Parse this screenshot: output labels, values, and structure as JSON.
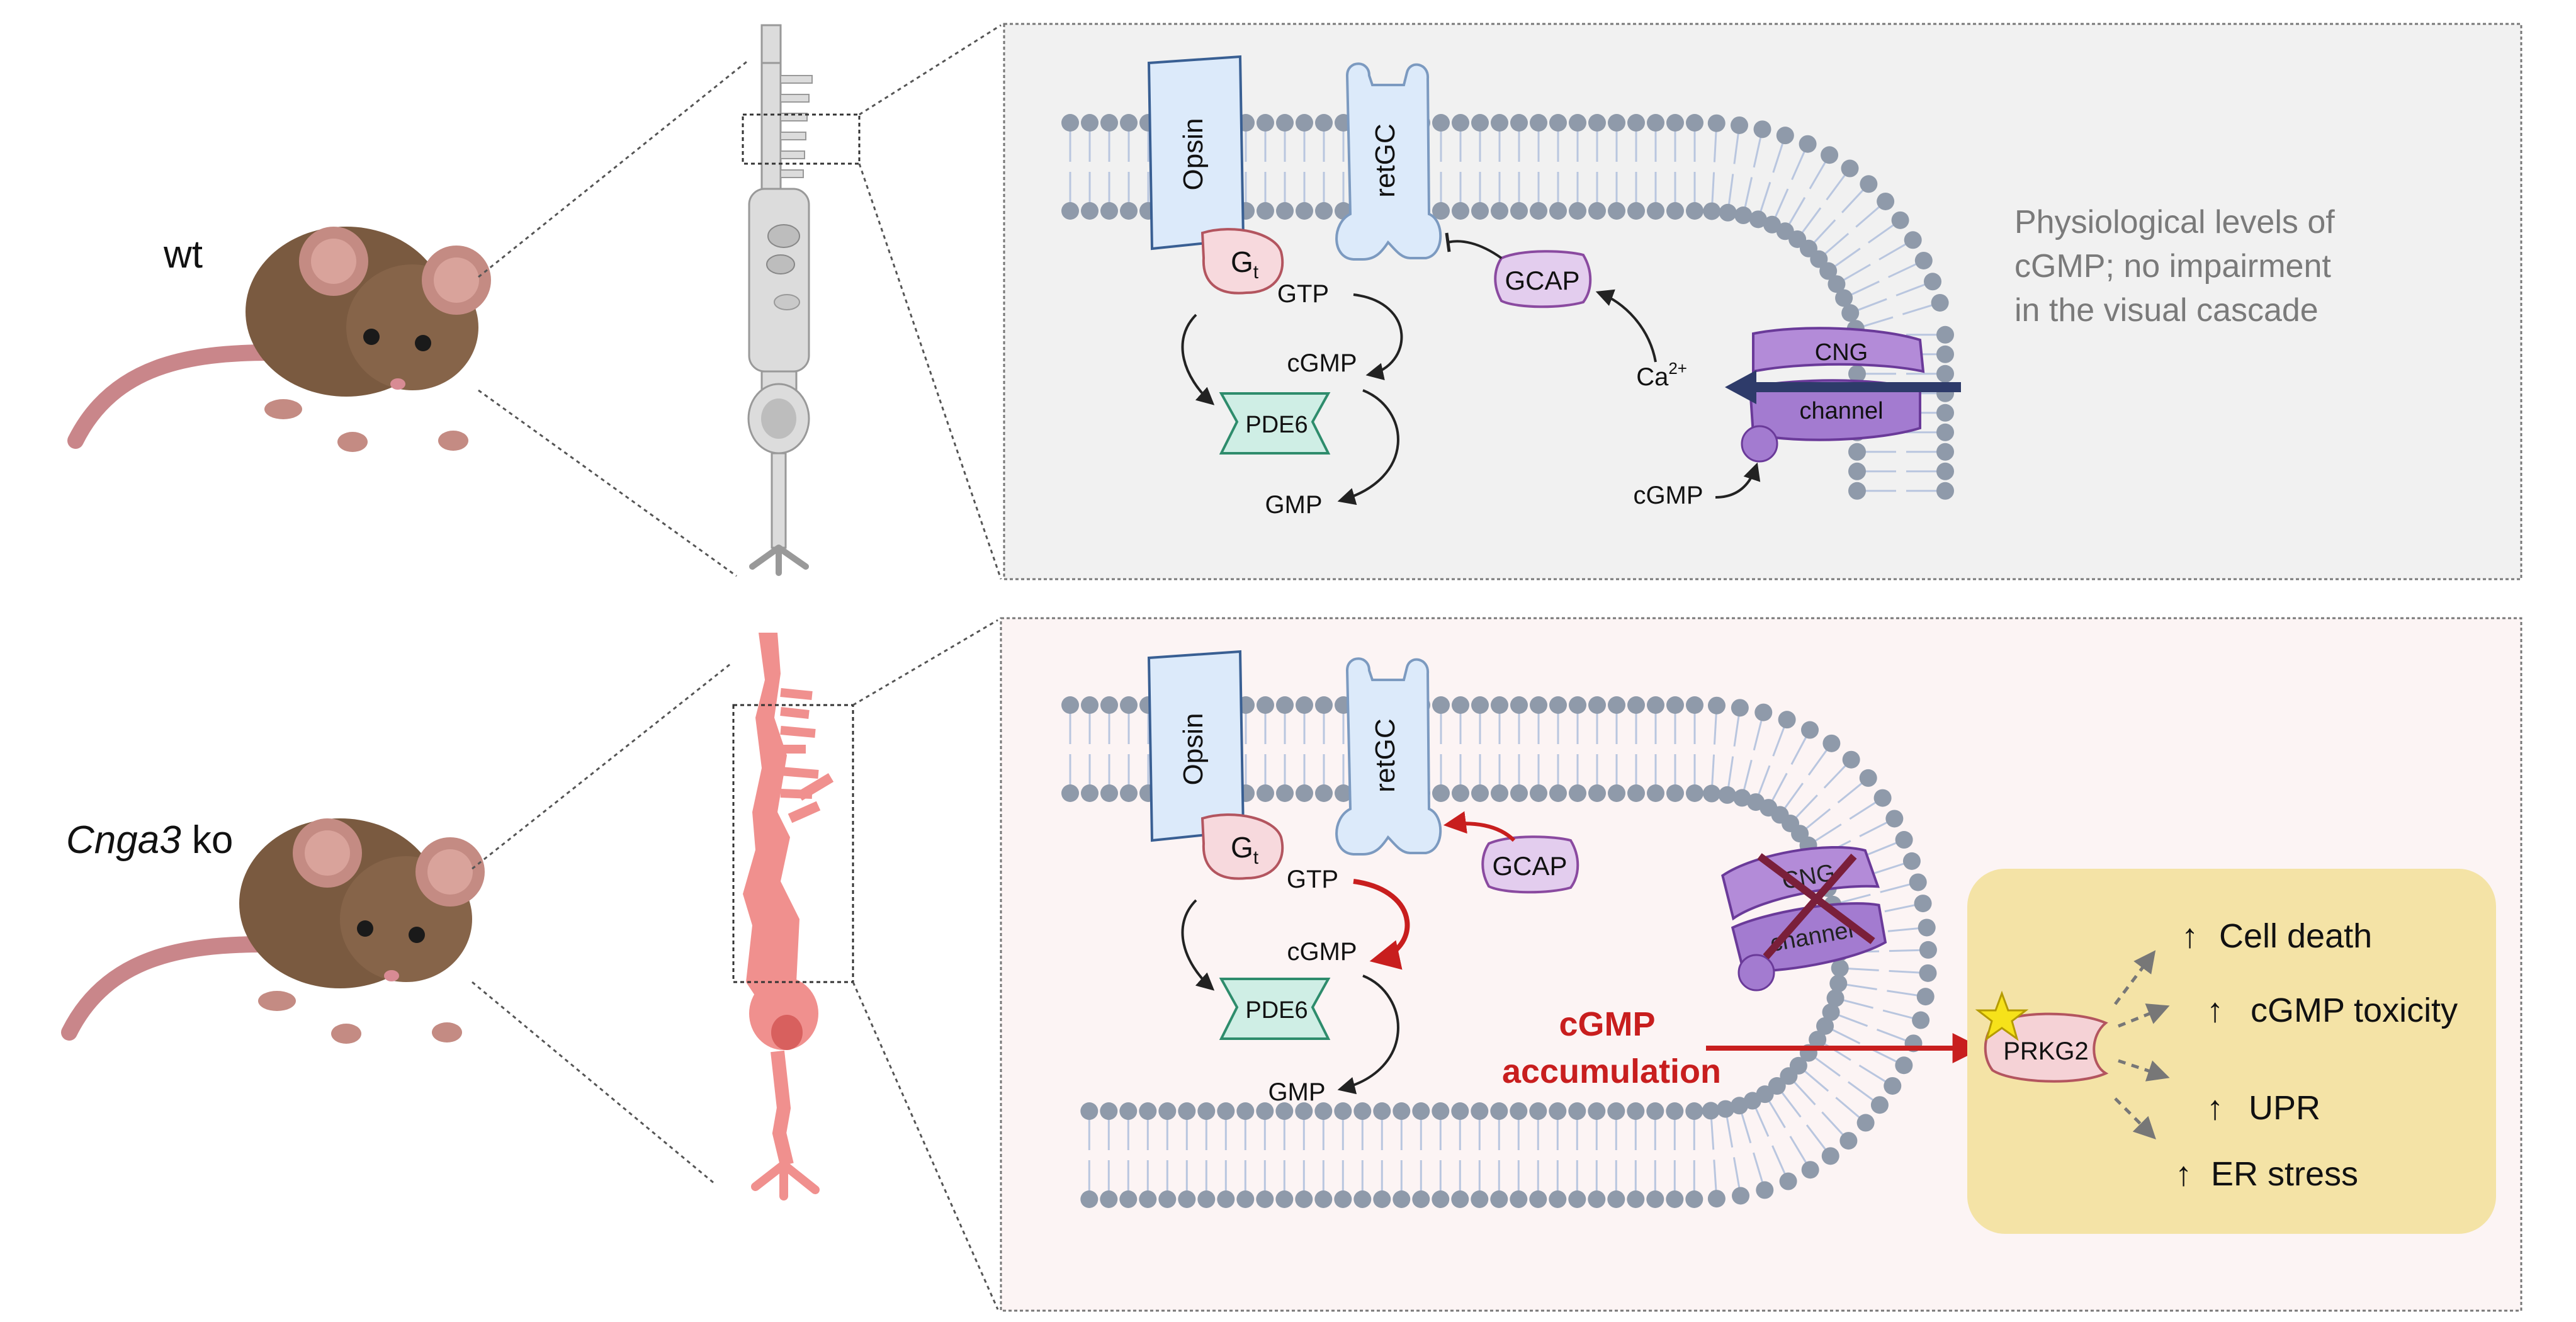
{
  "colors": {
    "panel_wt_bg": "#f1f1f1",
    "panel_ko_bg": "#fcf4f4",
    "membrane_head": "#8f9aaa",
    "membrane_tail": "#b9c6df",
    "opsin": "#dceafa",
    "gt": "#f7d9dd",
    "gcap": "#e3cdee",
    "pde6": "#cfeee5",
    "cng": "#8d5fc2",
    "ca_arrow": "#2e3b6a",
    "red": "#c81e1e",
    "stress_box": "#f4e3a6",
    "prkg2": "#f5d2d6",
    "star": "#f6e21a",
    "cell_wt": "#dcdcdc",
    "cell_ko": "#f0908e",
    "mouse_body": "#7a5a40",
    "mouse_tail": "#c9868a",
    "gray_text": "#7a7a7a"
  },
  "panels": {
    "wt": {
      "genotype": "wt",
      "proteins": {
        "opsin": "Opsin",
        "retgc": "retGC",
        "gt_main": "G",
        "gt_sub": "t",
        "gcap": "GCAP",
        "pde6": "PDE6",
        "cng_top": "CNG",
        "cng_bottom": "channel"
      },
      "molecules": {
        "gtp": "GTP",
        "cgmp": "cGMP",
        "gmp": "GMP",
        "ca_main": "Ca",
        "ca_sup": "2+",
        "cgmp_channel": "cGMP"
      },
      "note": [
        "Physiological levels of",
        "cGMP; no impairment",
        "in the visual cascade"
      ]
    },
    "ko": {
      "genotype_italic": "Cnga3",
      "genotype_suffix": " ko",
      "proteins": {
        "opsin": "Opsin",
        "retgc": "retGC",
        "gt_main": "G",
        "gt_sub": "t",
        "gcap": "GCAP",
        "pde6": "PDE6",
        "cng_top": "CNG",
        "cng_bottom": "channel"
      },
      "molecules": {
        "gtp": "GTP",
        "cgmp": "cGMP",
        "gmp": "GMP"
      },
      "accumulation": [
        "cGMP",
        "accumulation"
      ],
      "kinase": "PRKG2",
      "effects": [
        {
          "arrow": "↑",
          "label": "Cell death"
        },
        {
          "arrow": "↑",
          "label": "cGMP toxicity"
        },
        {
          "arrow": "↑",
          "label": "UPR"
        },
        {
          "arrow": "↑",
          "label": "ER stress"
        }
      ]
    }
  }
}
